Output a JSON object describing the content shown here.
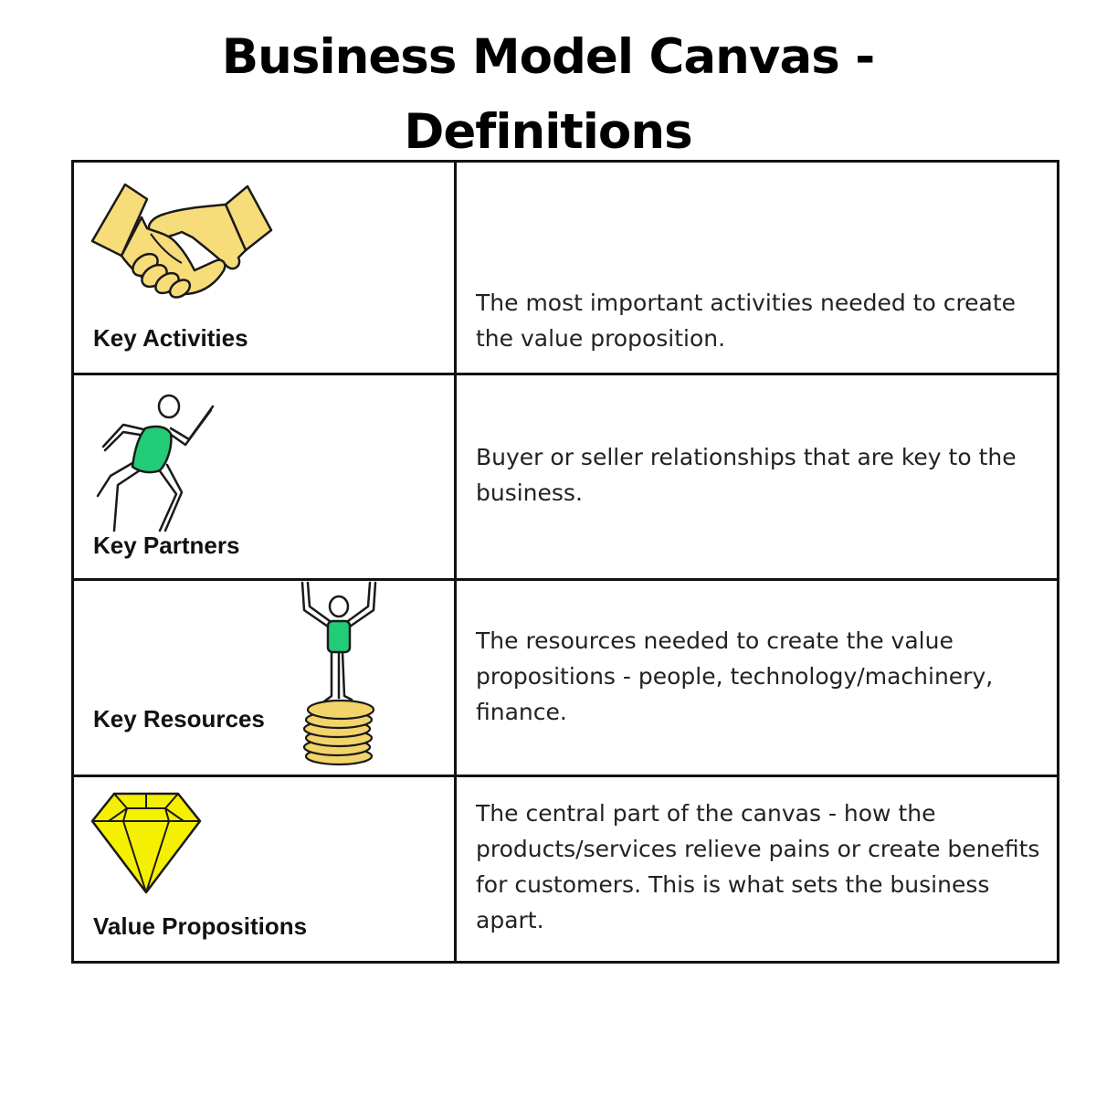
{
  "page": {
    "title_line1": "Business Model Canvas -",
    "title_line2": "Definitions"
  },
  "rows": [
    {
      "label": "Key Activities",
      "icon": "handshake-icon",
      "description": "The most important activities needed to create the value proposition."
    },
    {
      "label": "Key Partners",
      "icon": "running-figure-icon",
      "description": "Buyer or seller relationships that are key to the business."
    },
    {
      "label": "Key Resources",
      "icon": "figure-on-coins-icon",
      "description": "The resources needed to create the value propositions - people, technology/machinery, finance."
    },
    {
      "label": "Value Propositions",
      "icon": "diamond-icon",
      "description": "The central part of the canvas - how the products/services relieve pains or create benefits for customers. This is what sets the business apart."
    }
  ],
  "colors": {
    "border": "#111111",
    "handshake_fill": "#f7dc7a",
    "figure_shirt": "#22cc77",
    "coin_fill": "#f3d46a",
    "diamond_fill": "#f5f000"
  }
}
